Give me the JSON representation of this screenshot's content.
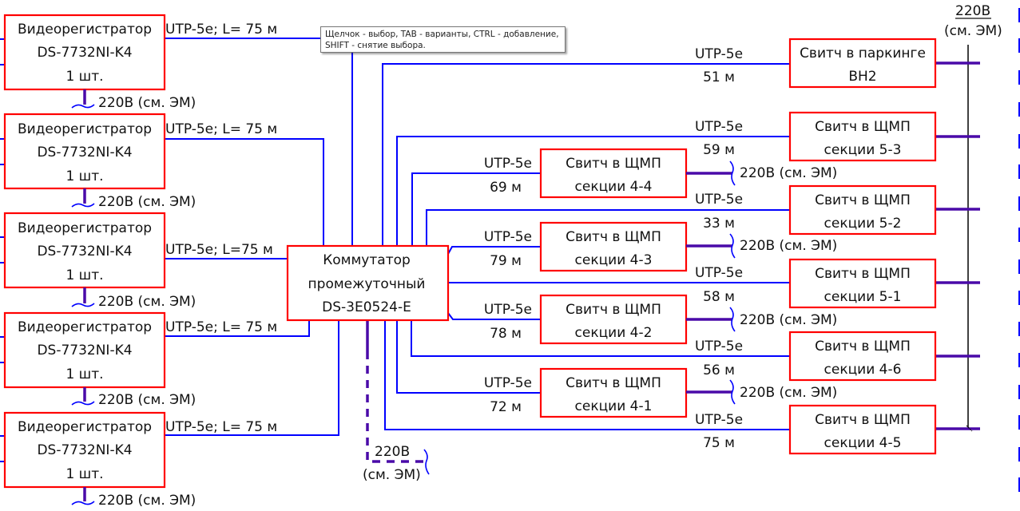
{
  "colors": {
    "network": "#0000ff",
    "box": "#ff0000",
    "power": "#4a0aa8",
    "text": "#111111",
    "bus": "#000000"
  },
  "tooltip": {
    "line1": "Щелчок - выбор, TAB - варианты, CTRL - добавление,",
    "line2": "SHIFT - снятие выбора."
  },
  "recorders": [
    {
      "name": "Видеорегистратор",
      "model": "DS-7732NI-K4",
      "qty": "1 шт.",
      "cable": "UTP-5e; L= 75 м",
      "power": "220В (см. ЭМ)"
    },
    {
      "name": "Видеорегистратор",
      "model": "DS-7732NI-K4",
      "qty": "1 шт.",
      "cable": "UTP-5e; L= 75 м",
      "power": "220В (см. ЭМ)"
    },
    {
      "name": "Видеорегистратор",
      "model": "DS-7732NI-K4",
      "qty": "1 шт.",
      "cable": "UTP-5e; L=75 м",
      "power": "220В (см. ЭМ)"
    },
    {
      "name": "Видеорегистратор",
      "model": "DS-7732NI-K4",
      "qty": "1 шт.",
      "cable": "UTP-5e; L= 75 м",
      "power": "220В (см. ЭМ)"
    },
    {
      "name": "Видеорегистратор",
      "model": "DS-7732NI-K4",
      "qty": "1 шт.",
      "cable": "UTP-5e; L= 75 м",
      "power": "220В (см. ЭМ)"
    }
  ],
  "commutator": {
    "line1": "Коммутатор",
    "line2": "промежуточный",
    "line3": "DS-3E0524-E",
    "power_top": "220В",
    "power_bottom": "(см. ЭМ)"
  },
  "middle_switches": [
    {
      "line1": "Свитч в ЩМП",
      "line2": "секции 4-4",
      "cable": "UTP-5e",
      "length": "69 м",
      "power": "220В (см. ЭМ)"
    },
    {
      "line1": "Свитч в ЩМП",
      "line2": "секции 4-3",
      "cable": "UTP-5e",
      "length": "79 м",
      "power": "220В (см. ЭМ)"
    },
    {
      "line1": "Свитч в ЩМП",
      "line2": "секции 4-2",
      "cable": "UTP-5e",
      "length": "78 м",
      "power": "220В (см. ЭМ)"
    },
    {
      "line1": "Свитч в ЩМП",
      "line2": "секции 4-1",
      "cable": "UTP-5e",
      "length": "72 м",
      "power": "220В (см. ЭМ)"
    }
  ],
  "right_switches": [
    {
      "line1": "Свитч в паркинге",
      "line2": "ВН2",
      "cable": "UTP-5e",
      "length": "51 м"
    },
    {
      "line1": "Свитч в ЩМП",
      "line2": "секции 5-3",
      "cable": "UTP-5e",
      "length": "59 м"
    },
    {
      "line1": "Свитч в ЩМП",
      "line2": "секции 5-2",
      "cable": "UTP-5e",
      "length": "33 м"
    },
    {
      "line1": "Свитч в ЩМП",
      "line2": "секции 5-1",
      "cable": "UTP-5e",
      "length": "58 м"
    },
    {
      "line1": "Свитч в ЩМП",
      "line2": "секции 4-6",
      "cable": "UTP-5e",
      "length": "56 м"
    },
    {
      "line1": "Свитч в ЩМП",
      "line2": "секции 4-5",
      "cable": "UTP-5e",
      "length": "75 м"
    }
  ],
  "power_bus": {
    "label_top": "220В",
    "label_bottom": "(см. ЭМ)"
  }
}
